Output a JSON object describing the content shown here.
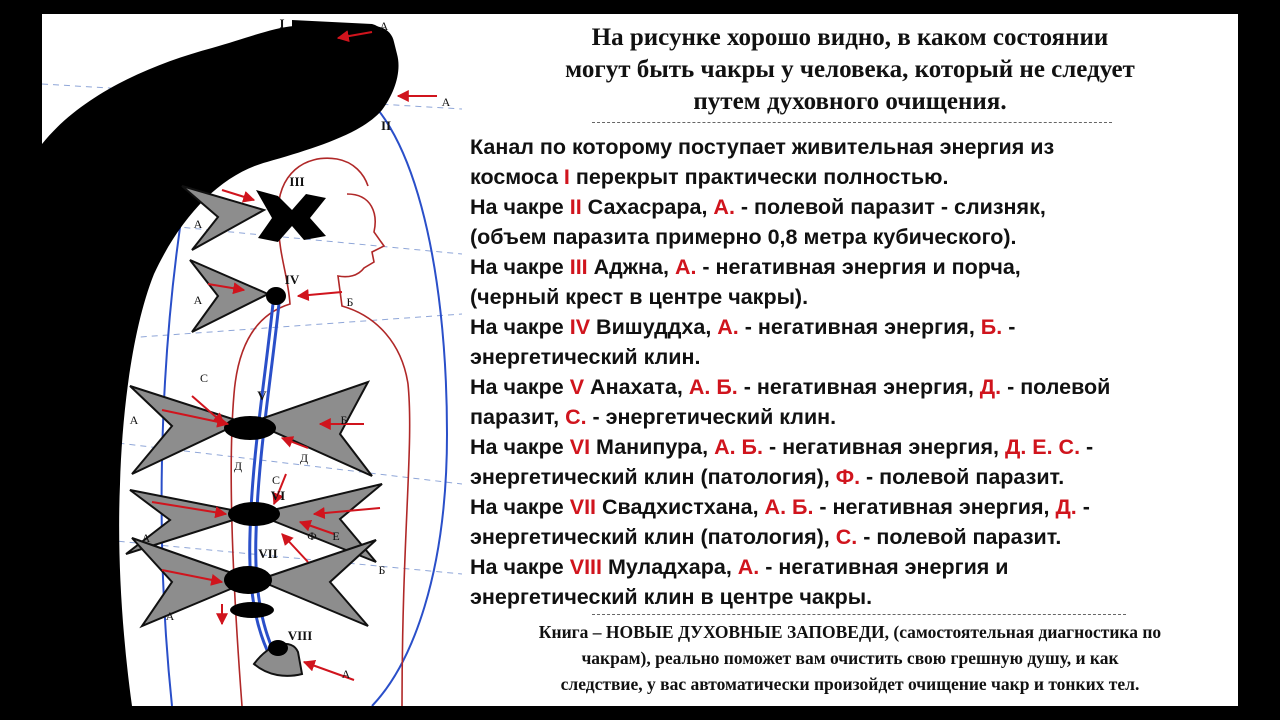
{
  "heading_lines": [
    "На рисунке хорошо видно, в каком состоянии",
    "могут быть чакры у человека, который не следует",
    "путем духовного очищения."
  ],
  "body_lines": [
    [
      {
        "t": "Канал по которому поступает живительная энергия из"
      }
    ],
    [
      {
        "t": "космоса "
      },
      {
        "t": "I",
        "red": true
      },
      {
        "t": " перекрыт практически полностью."
      }
    ],
    [
      {
        "t": "На чакре "
      },
      {
        "t": "II",
        "red": true
      },
      {
        "t": " Сахасрара, "
      },
      {
        "t": "А.",
        "red": true
      },
      {
        "t": " - полевой паразит - слизняк,"
      }
    ],
    [
      {
        "t": "(объем паразита примерно 0,8 метра кубического)."
      }
    ],
    [
      {
        "t": "На чакре "
      },
      {
        "t": "III",
        "red": true
      },
      {
        "t": " Аджна, "
      },
      {
        "t": "А.",
        "red": true
      },
      {
        "t": " - негативная энергия и порча,"
      }
    ],
    [
      {
        "t": "(черный крест в центре чакры)."
      }
    ],
    [
      {
        "t": "На чакре "
      },
      {
        "t": "IV",
        "red": true
      },
      {
        "t": " Вишуддха, "
      },
      {
        "t": "А.",
        "red": true
      },
      {
        "t": " - негативная энергия, "
      },
      {
        "t": "Б.",
        "red": true
      },
      {
        "t": " -"
      }
    ],
    [
      {
        "t": "энергетический клин."
      }
    ],
    [
      {
        "t": "На чакре "
      },
      {
        "t": "V",
        "red": true
      },
      {
        "t": " Анахата, "
      },
      {
        "t": "А. Б.",
        "red": true
      },
      {
        "t": " - негативная энергия, "
      },
      {
        "t": "Д.",
        "red": true
      },
      {
        "t": " - полевой"
      }
    ],
    [
      {
        "t": "паразит, "
      },
      {
        "t": "С.",
        "red": true
      },
      {
        "t": " - энергетический клин."
      }
    ],
    [
      {
        "t": "На чакре "
      },
      {
        "t": "VI",
        "red": true
      },
      {
        "t": " Манипура, "
      },
      {
        "t": "А. Б.",
        "red": true
      },
      {
        "t": " - негативная энергия, "
      },
      {
        "t": "Д. Е. С.",
        "red": true
      },
      {
        "t": " -"
      }
    ],
    [
      {
        "t": "энергетический клин (патология), "
      },
      {
        "t": "Ф.",
        "red": true
      },
      {
        "t": " - полевой паразит."
      }
    ],
    [
      {
        "t": "На чакре "
      },
      {
        "t": "VII",
        "red": true
      },
      {
        "t": " Свадхистхана, "
      },
      {
        "t": "А. Б.",
        "red": true
      },
      {
        "t": " - негативная энергия, "
      },
      {
        "t": "Д.",
        "red": true
      },
      {
        "t": " -"
      }
    ],
    [
      {
        "t": "энергетический клин (патология), "
      },
      {
        "t": "С.",
        "red": true
      },
      {
        "t": " - полевой паразит."
      }
    ],
    [
      {
        "t": "На чакре "
      },
      {
        "t": "VIII",
        "red": true
      },
      {
        "t": " Муладхара, "
      },
      {
        "t": "А.",
        "red": true
      },
      {
        "t": " - негативная энергия и"
      }
    ],
    [
      {
        "t": "энергетический клин в центре чакры."
      }
    ]
  ],
  "footer_lines": [
    "Книга – НОВЫЕ ДУХОВНЫЕ ЗАПОВЕДИ, (самостоятельная диагностика по",
    "чакрам), реально поможет вам очистить свою грешную душу, и как",
    "следствие, у вас автоматически произойдет очищение чакр и тонких тел."
  ],
  "figure": {
    "chakra_numerals": [
      "I",
      "II",
      "III",
      "IV",
      "V",
      "VI",
      "VII",
      "VIII"
    ],
    "labels": [
      "А",
      "А",
      "А",
      "А",
      "Б",
      "С",
      "А",
      "Б",
      "Д",
      "С",
      "Д",
      "Ф",
      "Е",
      "А",
      "А",
      "Б",
      "А"
    ]
  },
  "colors": {
    "accent_red": "#d0141d",
    "text": "#111111",
    "frame": "#000000",
    "panel": "#ffffff",
    "channel_blue": "#2a4fc9",
    "shape_gray": "#8d8d8d"
  }
}
